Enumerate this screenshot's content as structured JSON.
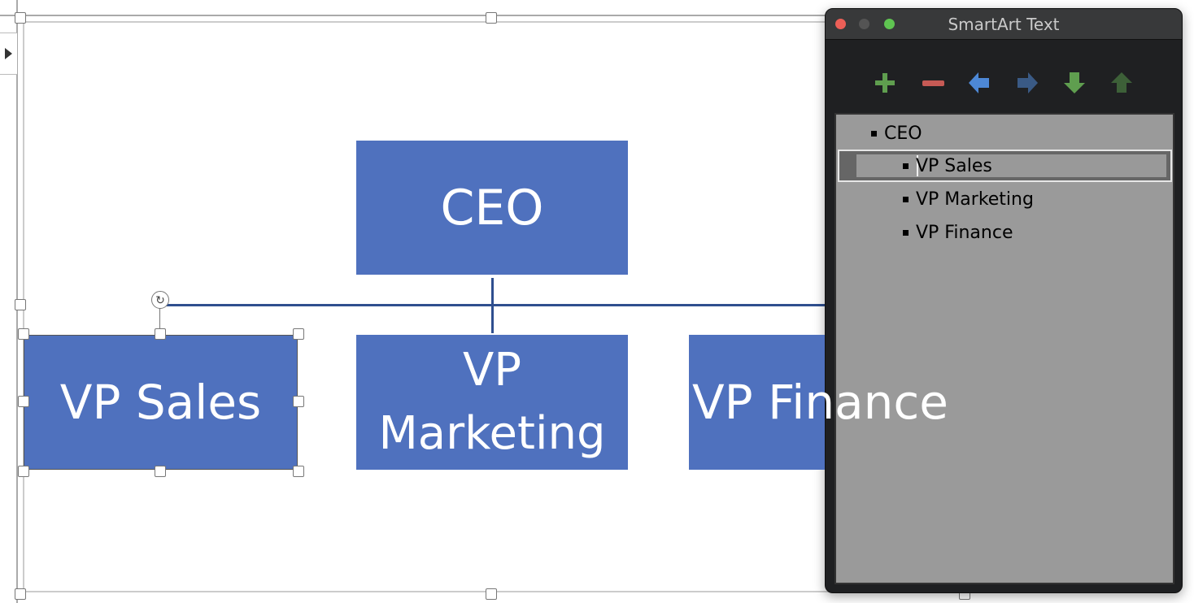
{
  "diagram": {
    "nodes": [
      {
        "label": "CEO"
      },
      {
        "label": "VP Sales"
      },
      {
        "label": "VP Marketing"
      },
      {
        "label": "VP Finance"
      }
    ],
    "box_color": "#4F71BE",
    "connector_color": "#2F4F8F"
  },
  "smartart_panel": {
    "title": "SmartArt Text",
    "toolbar": [
      {
        "icon": "plus-icon",
        "color": "#5f9e4f"
      },
      {
        "icon": "minus-icon",
        "color": "#c65a55"
      },
      {
        "icon": "arrow-left-icon",
        "color": "#4d88d6"
      },
      {
        "icon": "arrow-right-icon",
        "color": "#3a5a85"
      },
      {
        "icon": "arrow-down-icon",
        "color": "#5f9e4f"
      },
      {
        "icon": "arrow-up-icon",
        "color": "#3d6038"
      }
    ],
    "items": [
      {
        "text": "CEO",
        "level": 1
      },
      {
        "text": "VP Sales",
        "level": 2,
        "selected": true
      },
      {
        "text": "VP Marketing",
        "level": 2
      },
      {
        "text": "VP Finance",
        "level": 2
      }
    ]
  }
}
